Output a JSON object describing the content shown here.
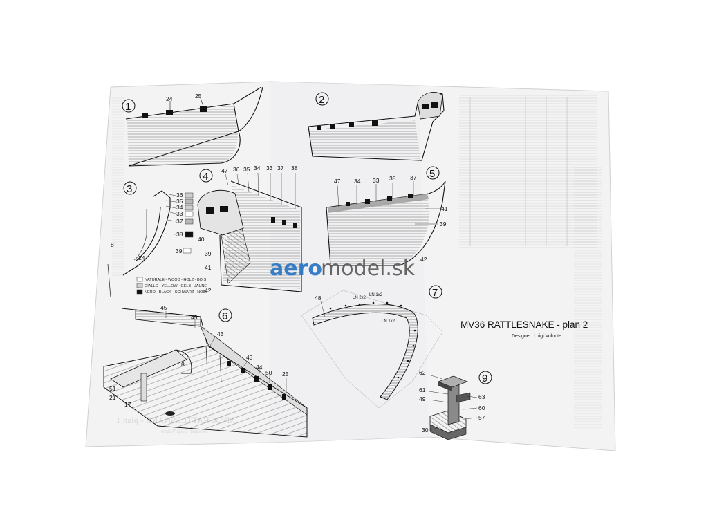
{
  "sheet": {
    "title": "MV36 RATTLESNAKE - plan 2",
    "designer": "Designer: Luigi Volonte",
    "ghost_title": "MV36 RATTLESNAKE - plan 1",
    "ghost_designer": "Designer: Luigi Volonte"
  },
  "watermark": {
    "part_a": "aero",
    "part_b": "model.sk"
  },
  "figures": {
    "f1": "1",
    "f2": "2",
    "f3": "3",
    "f4": "4",
    "f5": "5",
    "f6": "6",
    "f7": "7",
    "f9": "9"
  },
  "fig1_labels": [
    "24",
    "25"
  ],
  "fig3_labels": [
    "36",
    "35",
    "34",
    "33",
    "37",
    "38",
    "39",
    "8",
    "24"
  ],
  "fig4_labels": [
    "47",
    "36",
    "35",
    "34",
    "33",
    "37",
    "38",
    "40",
    "39",
    "41",
    "42"
  ],
  "fig5_labels": [
    "47",
    "34",
    "33",
    "38",
    "37",
    "41",
    "39",
    "42"
  ],
  "fig6_labels": [
    "45",
    "45",
    "43",
    "8",
    "43",
    "44",
    "50",
    "25",
    "51",
    "21",
    "17"
  ],
  "fig7_labels": [
    "48",
    "LN 2x2",
    "LN 1x2",
    "LN 1x2"
  ],
  "fig9_labels": [
    "62",
    "61",
    "49",
    "63",
    "60",
    "57",
    "30"
  ],
  "legend": [
    {
      "text": "NATURALE - WOOD - HOLZ - BOIS",
      "color": "#ffffff"
    },
    {
      "text": "GIALLO - YELLOW - GELB - JAUNE",
      "color": "#cfcfcf"
    },
    {
      "text": "NERO - BLACK - SCHWARZ - NOIR",
      "color": "#111111"
    }
  ]
}
